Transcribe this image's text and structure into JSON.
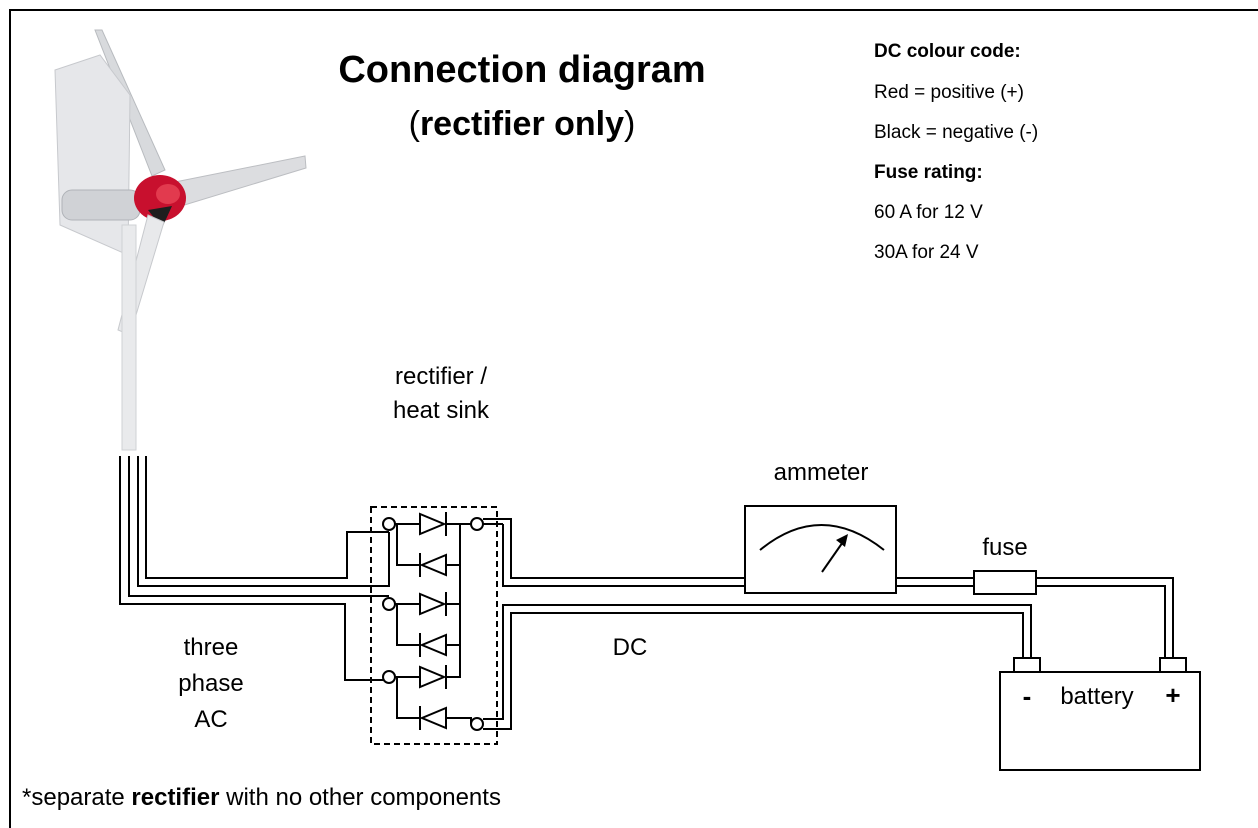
{
  "title": {
    "line1": "Connection diagram",
    "line2_open": "(",
    "line2_bold": "rectifier only",
    "line2_close": ")"
  },
  "legend": {
    "colour_heading": "DC colour code:",
    "red": "Red = positive (+)",
    "black": "Black = negative (-)",
    "fuse_heading": "Fuse rating:",
    "fuse_12v": "60 A for 12 V",
    "fuse_24v": "30A for 24 V"
  },
  "labels": {
    "rectifier_line1": "rectifier /",
    "rectifier_line2": "heat sink",
    "ammeter": "ammeter",
    "fuse": "fuse",
    "dc": "DC",
    "ac_line1": "three",
    "ac_line2": "phase",
    "ac_line3": "AC",
    "battery_minus": "-",
    "battery": "battery",
    "battery_plus": "+"
  },
  "footnote": {
    "prefix": "*separate ",
    "bold": "rectifier",
    "suffix": " with no other components"
  }
}
